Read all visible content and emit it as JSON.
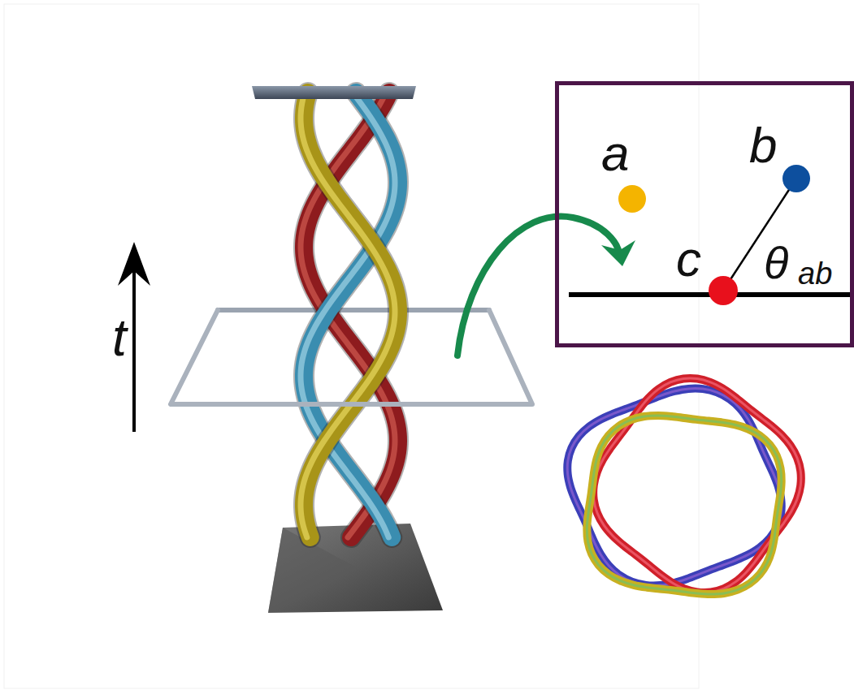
{
  "diagram": {
    "nodes": [
      {
        "text": [
          "a",
          "b",
          "c",
          "θ",
          "ab"
        ]
      }
    ],
    "labels": [
      "t"
    ]
  }
}
